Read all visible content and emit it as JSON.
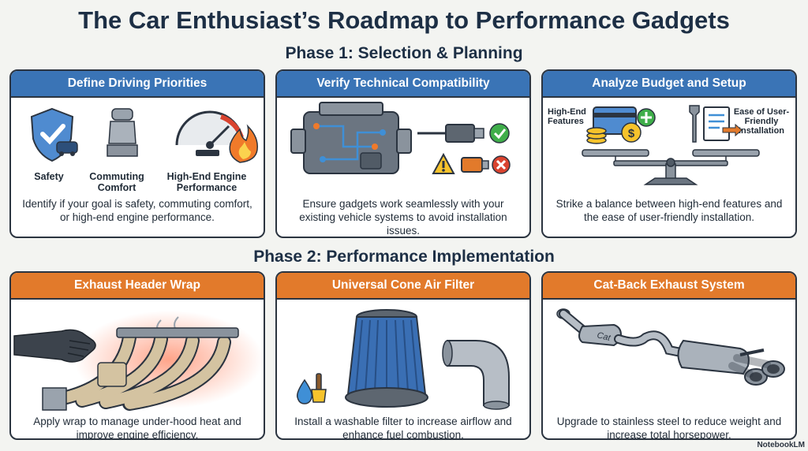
{
  "title": "The Car Enthusiast’s Roadmap to Performance Gadgets",
  "phase1": {
    "heading": "Phase 1: Selection & Planning",
    "cards": [
      {
        "title": "Define Driving Priorities",
        "labels": [
          "Safety",
          "Commuting Comfort",
          "High-End Engine Performance"
        ],
        "desc": "Identify if your goal is safety, commuting comfort, or high-end engine performance."
      },
      {
        "title": "Verify Technical Compatibility",
        "desc": "Ensure gadgets work seamlessly with your existing vehicle systems to avoid installation issues."
      },
      {
        "title": "Analyze Budget and Setup",
        "labels": [
          "High-End Features",
          "Ease of User-Friendly Installation"
        ],
        "desc": "Strike a balance between high-end features and the ease of user-friendly installation."
      }
    ]
  },
  "phase2": {
    "heading": "Phase 2: Performance Implementation",
    "cards": [
      {
        "title": "Exhaust Header Wrap",
        "desc": "Apply wrap to manage under-hood heat and improve engine efficiency."
      },
      {
        "title": "Universal Cone Air Filter",
        "desc": "Install a washable filter to increase airflow and enhance fuel combustion."
      },
      {
        "title": "Cat-Back Exhaust System",
        "art_text": "Cat",
        "desc": "Upgrade to stainless steel to reduce weight and increase total horsepower."
      }
    ]
  },
  "badge": "NotebookLM",
  "colors": {
    "blue": "#3a74b6",
    "orange": "#e27a2b",
    "title": "#1d2f45"
  },
  "icons": [
    "shield-check-icon",
    "car-seat-icon",
    "tachometer-flame-icon",
    "engine-icon",
    "plug-check-icon",
    "plug-error-icon",
    "warning-icon",
    "credit-card-coins-icon",
    "plus-icon",
    "wrench-document-icon",
    "balance-scale-icon",
    "header-wrap-icon",
    "glove-hand-icon",
    "cone-filter-icon",
    "water-drop-icon",
    "brush-icon",
    "elbow-pipe-icon",
    "exhaust-system-icon"
  ]
}
